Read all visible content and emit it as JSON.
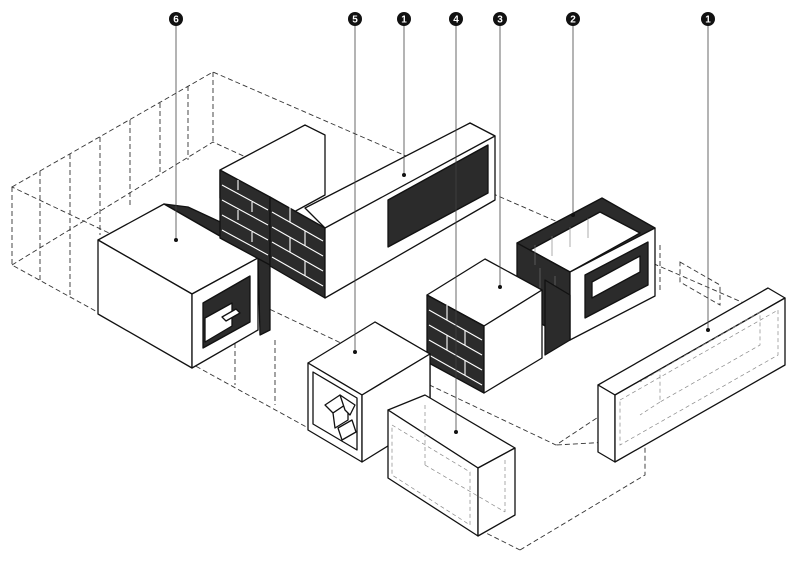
{
  "markers": [
    {
      "id": "m6",
      "label": "6"
    },
    {
      "id": "m5",
      "label": "5"
    },
    {
      "id": "m1a",
      "label": "1"
    },
    {
      "id": "m4",
      "label": "4"
    },
    {
      "id": "m3",
      "label": "3"
    },
    {
      "id": "m2",
      "label": "2"
    },
    {
      "id": "m1b",
      "label": "1"
    }
  ]
}
